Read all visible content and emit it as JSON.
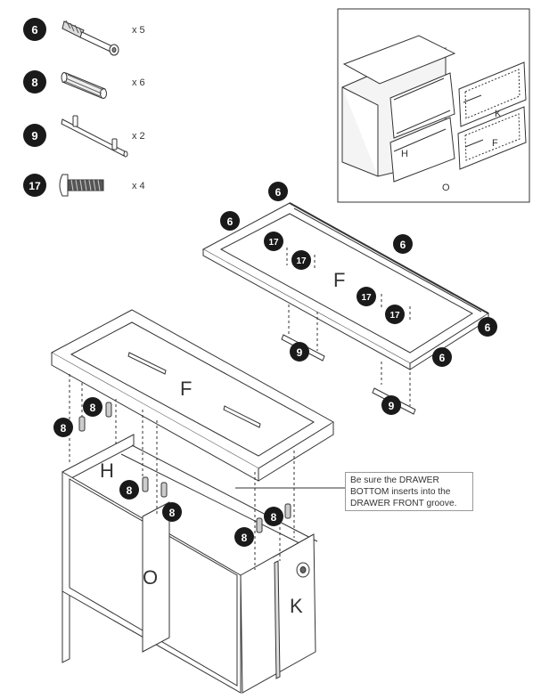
{
  "parts": [
    {
      "badge": "6",
      "part": "cam-bolt-icon",
      "qty": "x 5"
    },
    {
      "badge": "8",
      "part": "wood-dowel-icon",
      "qty": "x 6"
    },
    {
      "badge": "9",
      "part": "drawer-handle-icon",
      "qty": "x 2"
    },
    {
      "badge": "17",
      "part": "screw-icon",
      "qty": "x 4"
    }
  ],
  "inset_labels": {
    "h": "H",
    "k": "K",
    "f": "F",
    "o": "O"
  },
  "panel_labels": {
    "f_top": "F",
    "f_front": "F",
    "h": "H",
    "o": "O",
    "k": "K"
  },
  "callouts": {
    "b6": "6",
    "b8": "8",
    "b9": "9",
    "b17": "17"
  },
  "note": {
    "line1": "Be sure the DRAWER",
    "line2": "BOTTOM inserts into the",
    "line3": "DRAWER FRONT groove."
  },
  "colors": {
    "badge": "#1a1a1a",
    "line": "#333333",
    "panel": "#ffffff"
  }
}
